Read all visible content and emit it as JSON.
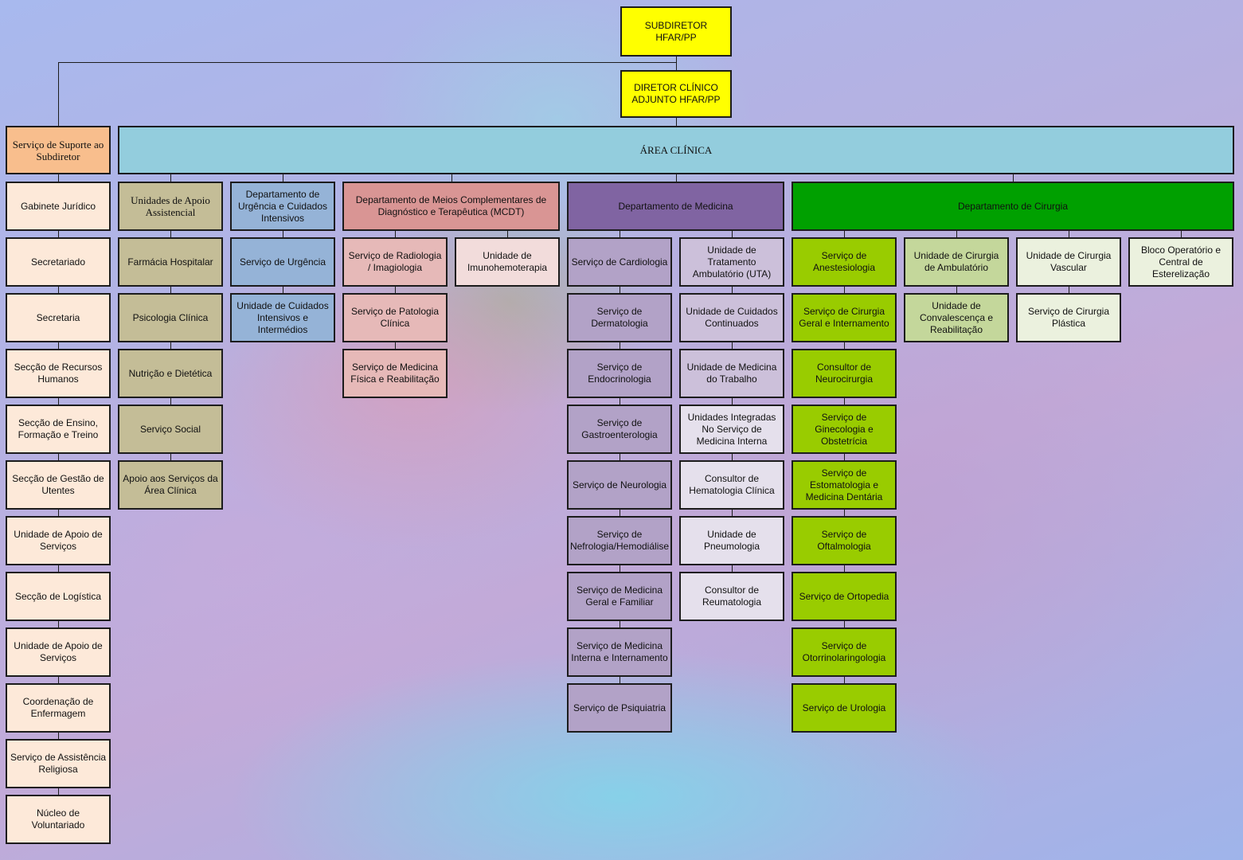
{
  "colors": {
    "top": "#ffff00",
    "support": "#f8be8d",
    "support_item": "#fde9d9",
    "area": "#93cddd",
    "apoio": "#c4bd97",
    "urgencia": "#95b3d7",
    "mcdt": "#d99594",
    "mcdt_item": "#e6b9b8",
    "mcdt_item_light": "#f2dcdb",
    "medicina": "#8064a2",
    "medicina_item": "#b2a2c7",
    "medicina_item_b": "#ccc0da",
    "medicina_item_c": "#e5e0ec",
    "cirurgia": "#00a000",
    "cirurgia_item": "#99cc00",
    "cirurgia_green_mid": "#c4d79b",
    "cirurgia_green_light": "#ebf1de"
  },
  "top": {
    "subdiretor": "SUBDIRETOR HFAR/PP",
    "diretor": "DIRETOR CLÍNICO ADJUNTO HFAR/PP"
  },
  "support": {
    "header": "Serviço de Suporte ao Subdiretor",
    "items": [
      "Gabinete Jurídico",
      "Secretariado",
      "Secretaria",
      "Secção de Recursos Humanos",
      "Secção de Ensino, Formação e Treino",
      "Secção de Gestão de Utentes",
      "Unidade de Apoio de Serviços",
      "Secção de Logística",
      "Unidade de Apoio de Serviços",
      "Coordenação de Enfermagem",
      "Serviço de Assistência Religiosa",
      "Núcleo de Voluntariado"
    ]
  },
  "area": {
    "title": "ÁREA CLÍNICA"
  },
  "apoio": {
    "header": "Unidades de Apoio Assistencial",
    "items": [
      "Farmácia Hospitalar",
      "Psicologia Clínica",
      "Nutrição e Dietética",
      "Serviço Social",
      "Apoio aos Serviços da Área Clínica"
    ]
  },
  "urgencia": {
    "header": "Departamento de Urgência e Cuidados Intensivos",
    "items": [
      "Serviço de Urgência",
      "Unidade de Cuidados Intensivos e Intermédios"
    ]
  },
  "mcdt": {
    "header": "Departamento de Meios Complementares de Diagnóstico e Terapêutica (MCDT)",
    "col_a": [
      "Serviço de Radiologia / Imagiologia",
      "Serviço de Patologia Clínica",
      "Serviço de Medicina Física e Reabilitação"
    ],
    "col_b": [
      "Unidade de Imunohemoterapia"
    ]
  },
  "medicina": {
    "header": "Departamento de Medicina",
    "col_a": [
      "Serviço de Cardiologia",
      "Serviço de Dermatologia",
      "Serviço de Endocrinologia",
      "Serviço de Gastroenterologia",
      "Serviço de Neurologia",
      "Serviço de Nefrologia/Hemodiálise",
      "Serviço de Medicina Geral e Familiar",
      "Serviço de Medicina Interna e Internamento",
      "Serviço de Psiquiatria"
    ],
    "col_b": [
      "Unidade de Tratamento Ambulatório (UTA)",
      "Unidade de Cuidados Continuados",
      "Unidade de Medicina do Trabalho",
      "Unidades Integradas No Serviço de Medicina Interna",
      "Consultor de Hematologia Clínica",
      "Unidade de Pneumologia",
      "Consultor de Reumatologia"
    ]
  },
  "cirurgia": {
    "header": "Departamento de Cirurgia",
    "col_a": [
      "Serviço de Anestesiologia",
      "Serviço de Cirurgia Geral e Internamento",
      "Consultor de Neurocirurgia",
      "Serviço de Ginecologia e Obstetrícia",
      "Serviço de Estomatologia e Medicina Dentária",
      "Serviço de Oftalmologia",
      "Serviço de Ortopedia",
      "Serviço de Otorrinolaringologia",
      "Serviço de Urologia"
    ],
    "col_b": [
      "Unidade de Cirurgia de Ambulatório",
      "Unidade de Convalescença e Reabilitação"
    ],
    "col_c": [
      "Unidade de Cirurgia Vascular",
      "Serviço de Cirurgia Plástica"
    ],
    "col_d": [
      "Bloco Operatório e Central de Esterelização"
    ]
  }
}
